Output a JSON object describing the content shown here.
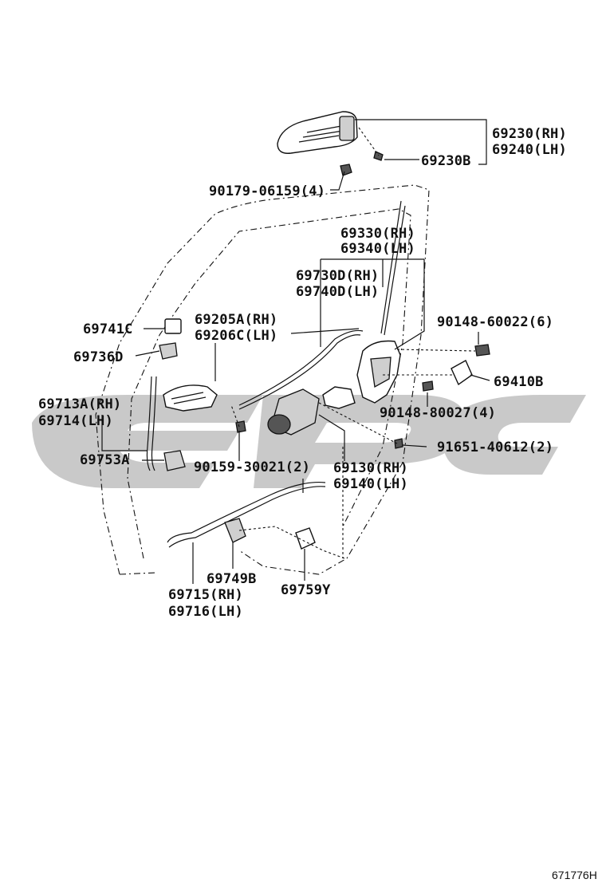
{
  "figure_id": "671776H",
  "watermark_text": "epc",
  "colors": {
    "line": "#111111",
    "watermark": "#c9c9c9",
    "background": "#ffffff"
  },
  "labels": {
    "p69230": "69230(RH)",
    "p69240": "69240(LH)",
    "p69230B": "69230B",
    "p90179": "90179-06159(4)",
    "p69330": "69330(RH)",
    "p69340": "69340(LH)",
    "p69730D": "69730D(RH)",
    "p69740D": "69740D(LH)",
    "p69741C": "69741C",
    "p69205A": "69205A(RH)",
    "p69206C": "69206C(LH)",
    "p90148a": "90148-60022(6)",
    "p69736D": "69736D",
    "p69410B": "69410B",
    "p69713A": "69713A(RH)",
    "p69714": "69714(LH)",
    "p90148b": "90148-80027(4)",
    "p91651": "91651-40612(2)",
    "p69753A": "69753A",
    "p90159": "90159-30021(2)",
    "p69130": "69130(RH)",
    "p69140": "69140(LH)",
    "p69749B": "69749B",
    "p69759Y": "69759Y",
    "p69715": "69715(RH)",
    "p69716": "69716(LH)"
  }
}
